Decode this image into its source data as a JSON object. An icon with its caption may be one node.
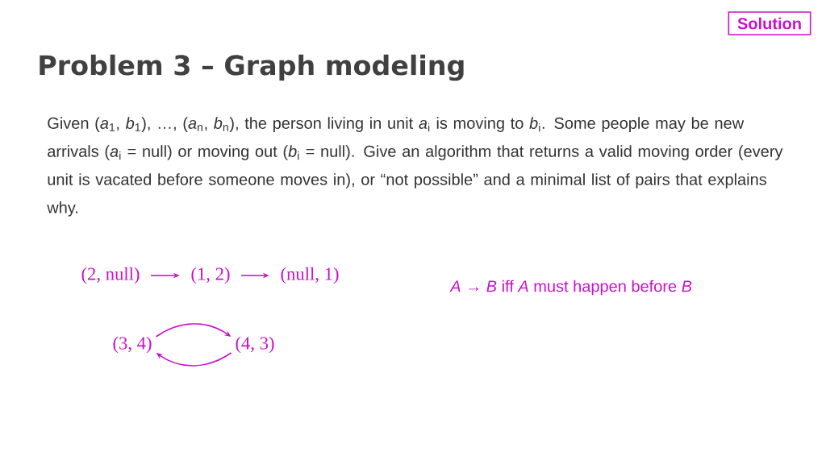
{
  "diagram": {
    "title": "Problem 3 – Graph modeling",
    "nodes": [
      {
        "text": [
          "Solution"
        ]
      },
      {
        "text": [
          "(2, null)"
        ]
      },
      {
        "text": [
          "(1, 2)"
        ]
      },
      {
        "text": [
          "(null, 1)"
        ]
      },
      {
        "text": [
          "(3, 4)"
        ]
      },
      {
        "text": [
          "(4, 3)"
        ]
      }
    ],
    "edges": [
      {
        "from": 1,
        "to": 2,
        "arrow": "to"
      },
      {
        "from": 2,
        "to": 3,
        "arrow": "to"
      },
      {
        "from": 4,
        "to": 5,
        "arrow": "to"
      },
      {
        "from": 5,
        "to": 4,
        "arrow": "to"
      }
    ],
    "labels": [
      "Given (*a*$_{1}$, *b*$_{1}$), …, (*a*$_{n}$, *b*$_{n}$), the person living in unit *a*$_{i}$ is moving to *b*$_{i}$. Some people may be new arrivals (*a*$_{i}$ = null) or moving out (*b*$_{i}$ = null). Give an algorithm that returns a valid moving order (every unit is vacated before someone moves in), or “not possible” and a minimal list of pairs that explains why.",
      "*A* → *B* iff *A* must happen before *B*"
    ]
  }
}
